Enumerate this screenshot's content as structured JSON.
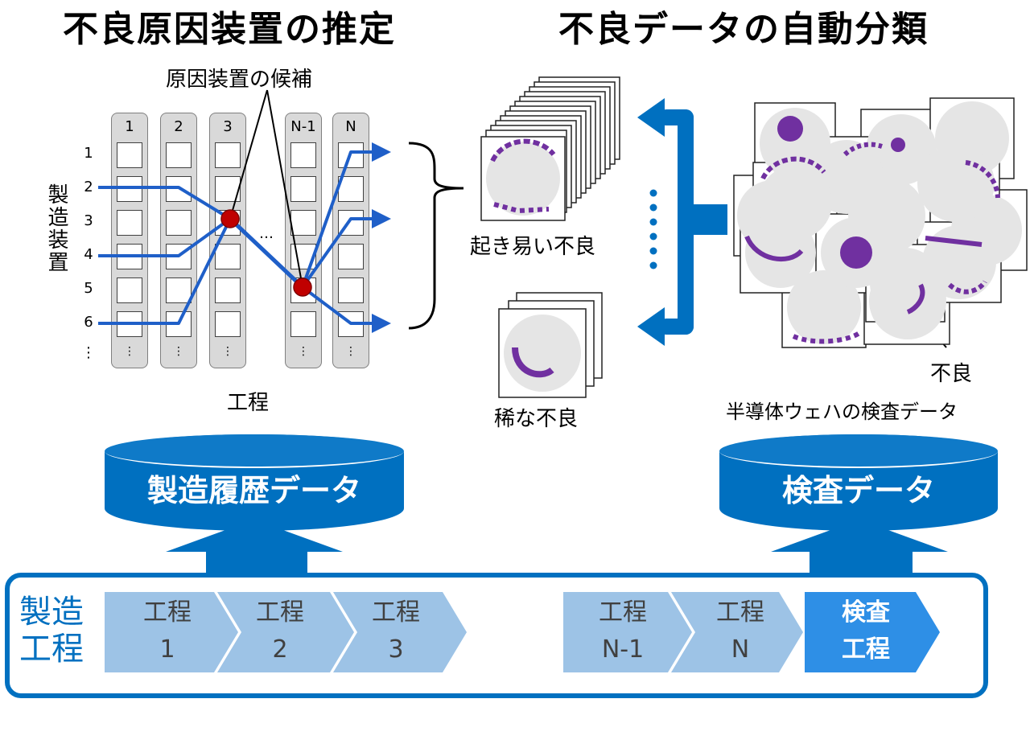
{
  "titles": {
    "left": "不良原因装置の推定",
    "right": "不良データの自動分類"
  },
  "candidate_label": "原因装置の候補",
  "equipment_axis_label": "製造装置",
  "process_axis_label": "工程",
  "columns": [
    "1",
    "2",
    "3",
    "N-1",
    "N"
  ],
  "rows": [
    "1",
    "2",
    "3",
    "4",
    "5",
    "6",
    "⋮"
  ],
  "ellipsis": "…",
  "vdots": "⋮",
  "frequent_label": "起き易い不良",
  "rare_label": "稀な不良",
  "defect_label": "不良",
  "inspection_caption": "半導体ウェハの検査データ",
  "databases": {
    "history": "製造履歴データ",
    "inspection": "検査データ"
  },
  "process_flow": {
    "label_line1": "製造",
    "label_line2": "工程",
    "steps": [
      {
        "line1": "工程",
        "line2": "1"
      },
      {
        "line1": "工程",
        "line2": "2"
      },
      {
        "line1": "工程",
        "line2": "3"
      },
      {
        "line1": "工程",
        "line2": "N-1"
      },
      {
        "line1": "工程",
        "line2": "N"
      }
    ],
    "inspection_step": {
      "line1": "検査",
      "line2": "工程"
    }
  },
  "colors": {
    "blue": "#0070c0",
    "light_blue": "#9dc3e6",
    "accent_blue": "#2e8fe6",
    "defect_purple": "#7030a0",
    "highlight_red": "#c00000"
  }
}
